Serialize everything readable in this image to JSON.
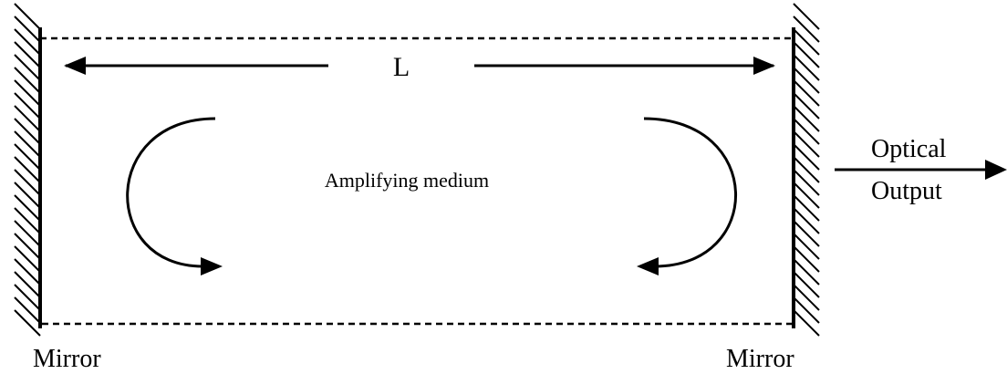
{
  "length_label": "L",
  "medium_label": "Amplifying medium",
  "output_label": {
    "line1": "Optical",
    "line2": "Output"
  },
  "left_mirror_label": "Mirror",
  "right_mirror_label": "Mirror",
  "colors": {
    "stroke": "#000000",
    "background": "#ffffff"
  }
}
